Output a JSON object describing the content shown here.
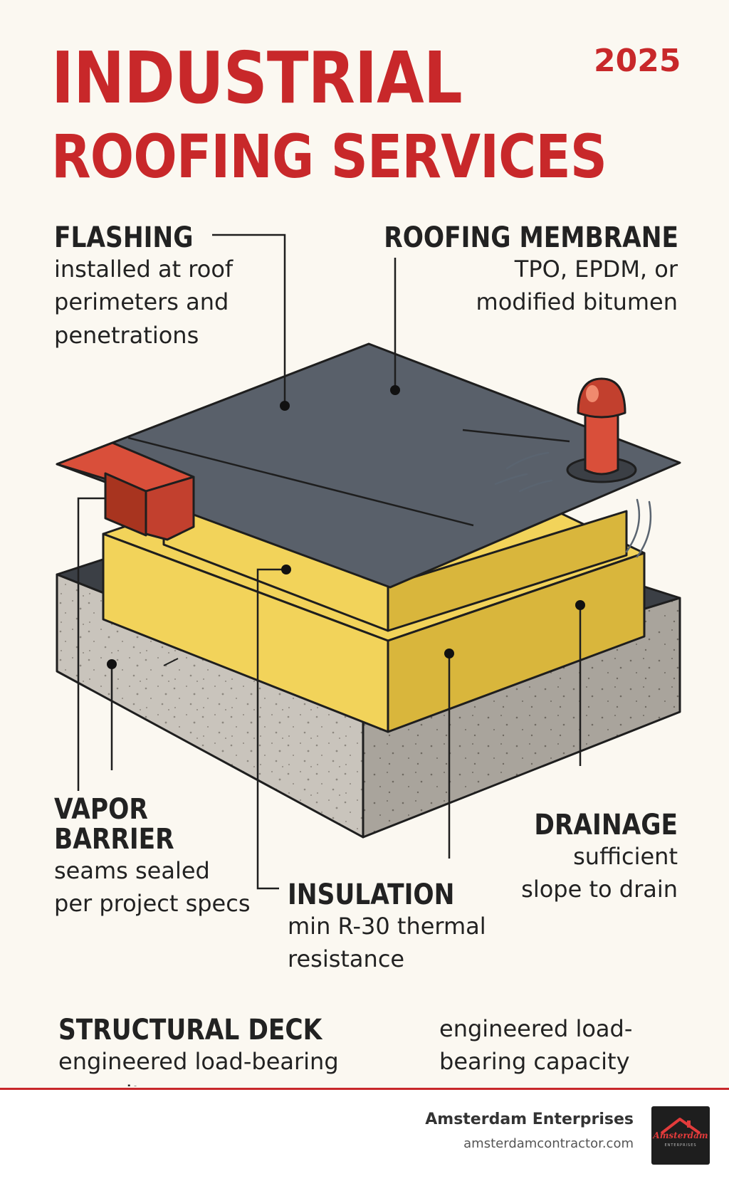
{
  "title": {
    "line1": "INDUSTRIAL",
    "line2": "ROOFING SERVICES",
    "year": "2025"
  },
  "colors": {
    "brand_red": "#C8282A",
    "membrane": "#59606A",
    "insulation": "#F2D35A",
    "concrete": "#C9C4BC",
    "flashing": "#D94F3A"
  },
  "labels": {
    "flashing": {
      "heading": "FLASHING",
      "text": "installed at roof\nperimeters and\npenetrations"
    },
    "membrane": {
      "heading": "ROOFING MEMBRANE",
      "text": "TPO, EPDM, or\nmodified bitumen"
    },
    "vapor": {
      "heading_line1": "VAPOR",
      "heading_line2": "BARRIER",
      "text": "seams sealed\nper project specs"
    },
    "drainage": {
      "heading": "DRAINAGE",
      "text": "sufficient\nslope to drain"
    },
    "insulation": {
      "heading": "INSULATION",
      "text": "min R-30 thermal\nresistance"
    },
    "deck": {
      "heading": "STRUCTURAL DECK",
      "text": "engineered load-bearing\ncapacity"
    },
    "deck_note": "engineered load-\nbearing capacity"
  },
  "footer": {
    "company": "Amsterdam Enterprises",
    "website": "amsterdamcontractor.com",
    "logo_text": "Amsterdam",
    "logo_sub": "ENTERPRISES"
  }
}
